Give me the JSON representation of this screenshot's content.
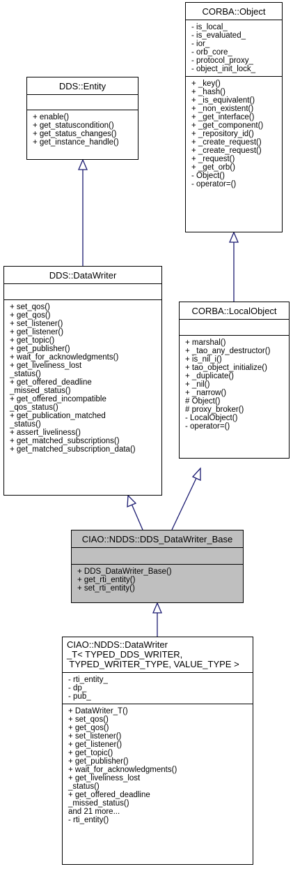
{
  "classes": {
    "corba_object": {
      "name": "CORBA::Object",
      "attributes": [
        "- is_local_",
        "- is_evaluated_",
        "- ior_",
        "- orb_core_",
        "- protocol_proxy_",
        "- object_init_lock_"
      ],
      "methods": [
        "+ _key()",
        "+ _hash()",
        "+ _is_equivalent()",
        "+ _non_existent()",
        "+ _get_interface()",
        "+ _get_component()",
        "+ _repository_id()",
        "+ _create_request()",
        "+ _create_request()",
        "+ _request()",
        "+ _get_orb()",
        "- Object()",
        "- operator=()"
      ]
    },
    "dds_entity": {
      "name": "DDS::Entity",
      "attributes": [],
      "methods": [
        "+ enable()",
        "+ get_statuscondition()",
        "+ get_status_changes()",
        "+ get_instance_handle()"
      ]
    },
    "dds_datawriter": {
      "name": "DDS::DataWriter",
      "attributes": [],
      "methods": [
        "+ set_qos()",
        "+ get_qos()",
        "+ set_listener()",
        "+ get_listener()",
        "+ get_topic()",
        "+ get_publisher()",
        "+ wait_for_acknowledgments()",
        "+ get_liveliness_lost",
        "_status()",
        "+ get_offered_deadline",
        "_missed_status()",
        "+ get_offered_incompatible",
        "_qos_status()",
        "+ get_publication_matched",
        "_status()",
        "+ assert_liveliness()",
        "+ get_matched_subscriptions()",
        "+ get_matched_subscription_data()"
      ]
    },
    "corba_localobject": {
      "name": "CORBA::LocalObject",
      "attributes": [],
      "methods": [
        "+ marshal()",
        "+ _tao_any_destructor()",
        "+ is_nil_i()",
        "+ tao_object_initialize()",
        "+ _duplicate()",
        "+ _nil()",
        "+ _narrow()",
        "# Object()",
        "# proxy_broker()",
        "- LocalObject()",
        "- operator=()"
      ]
    },
    "dds_datawriter_base": {
      "name": "CIAO::NDDS::DDS_DataWriter_Base",
      "attributes": [],
      "methods": [
        "+ DDS_DataWriter_Base()",
        "+ get_rti_entity()",
        "+ set_rti_entity()"
      ]
    },
    "datawriter_t": {
      "name_lines": [
        "CIAO::NDDS::DataWriter",
        "_T< TYPED_DDS_WRITER,",
        " TYPED_WRITER_TYPE, VALUE_TYPE >"
      ],
      "attributes": [
        "- rti_entity_",
        "- dp_",
        "- pub_"
      ],
      "methods": [
        "+ DataWriter_T()",
        "+ set_qos()",
        "+ get_qos()",
        "+ set_listener()",
        "+ get_listener()",
        "+ get_topic()",
        "+ get_publisher()",
        "+ wait_for_acknowledgments()",
        "+ get_liveliness_lost",
        "_status()",
        "+ get_offered_deadline",
        "_missed_status()",
        "and 21 more...",
        "- rti_entity()"
      ]
    }
  },
  "colors": {
    "highlight": "#bfbfbf",
    "connector": "#191970"
  }
}
